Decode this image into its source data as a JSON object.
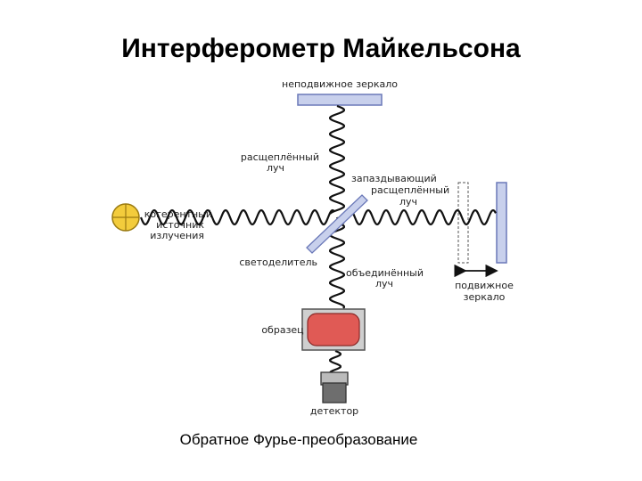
{
  "title": "Интерферометр Майкельсона",
  "caption": "Обратное Фурье-преобразование",
  "labels": {
    "fixed_mirror": "неподвижное зеркало",
    "split_beam": [
      "расщеплённый",
      "луч"
    ],
    "delayed_beam": [
      "запаздывающий",
      "расщеплённый",
      "луч"
    ],
    "source": [
      "когерентный",
      "источник",
      "излучения"
    ],
    "beamsplitter": "светоделитель",
    "combined_beam": [
      "объединённый",
      "луч"
    ],
    "movable_mirror": [
      "подвижное",
      "зеркало"
    ],
    "sample": "образец",
    "detector": "детектор"
  },
  "colors": {
    "mirror_fill": "#c8d0ec",
    "mirror_stroke": "#6a78b8",
    "sample_fill": "#e05a55",
    "sample_box": "#cfcfcf",
    "source_fill": "#f3cc3c",
    "wave": "#111111"
  }
}
